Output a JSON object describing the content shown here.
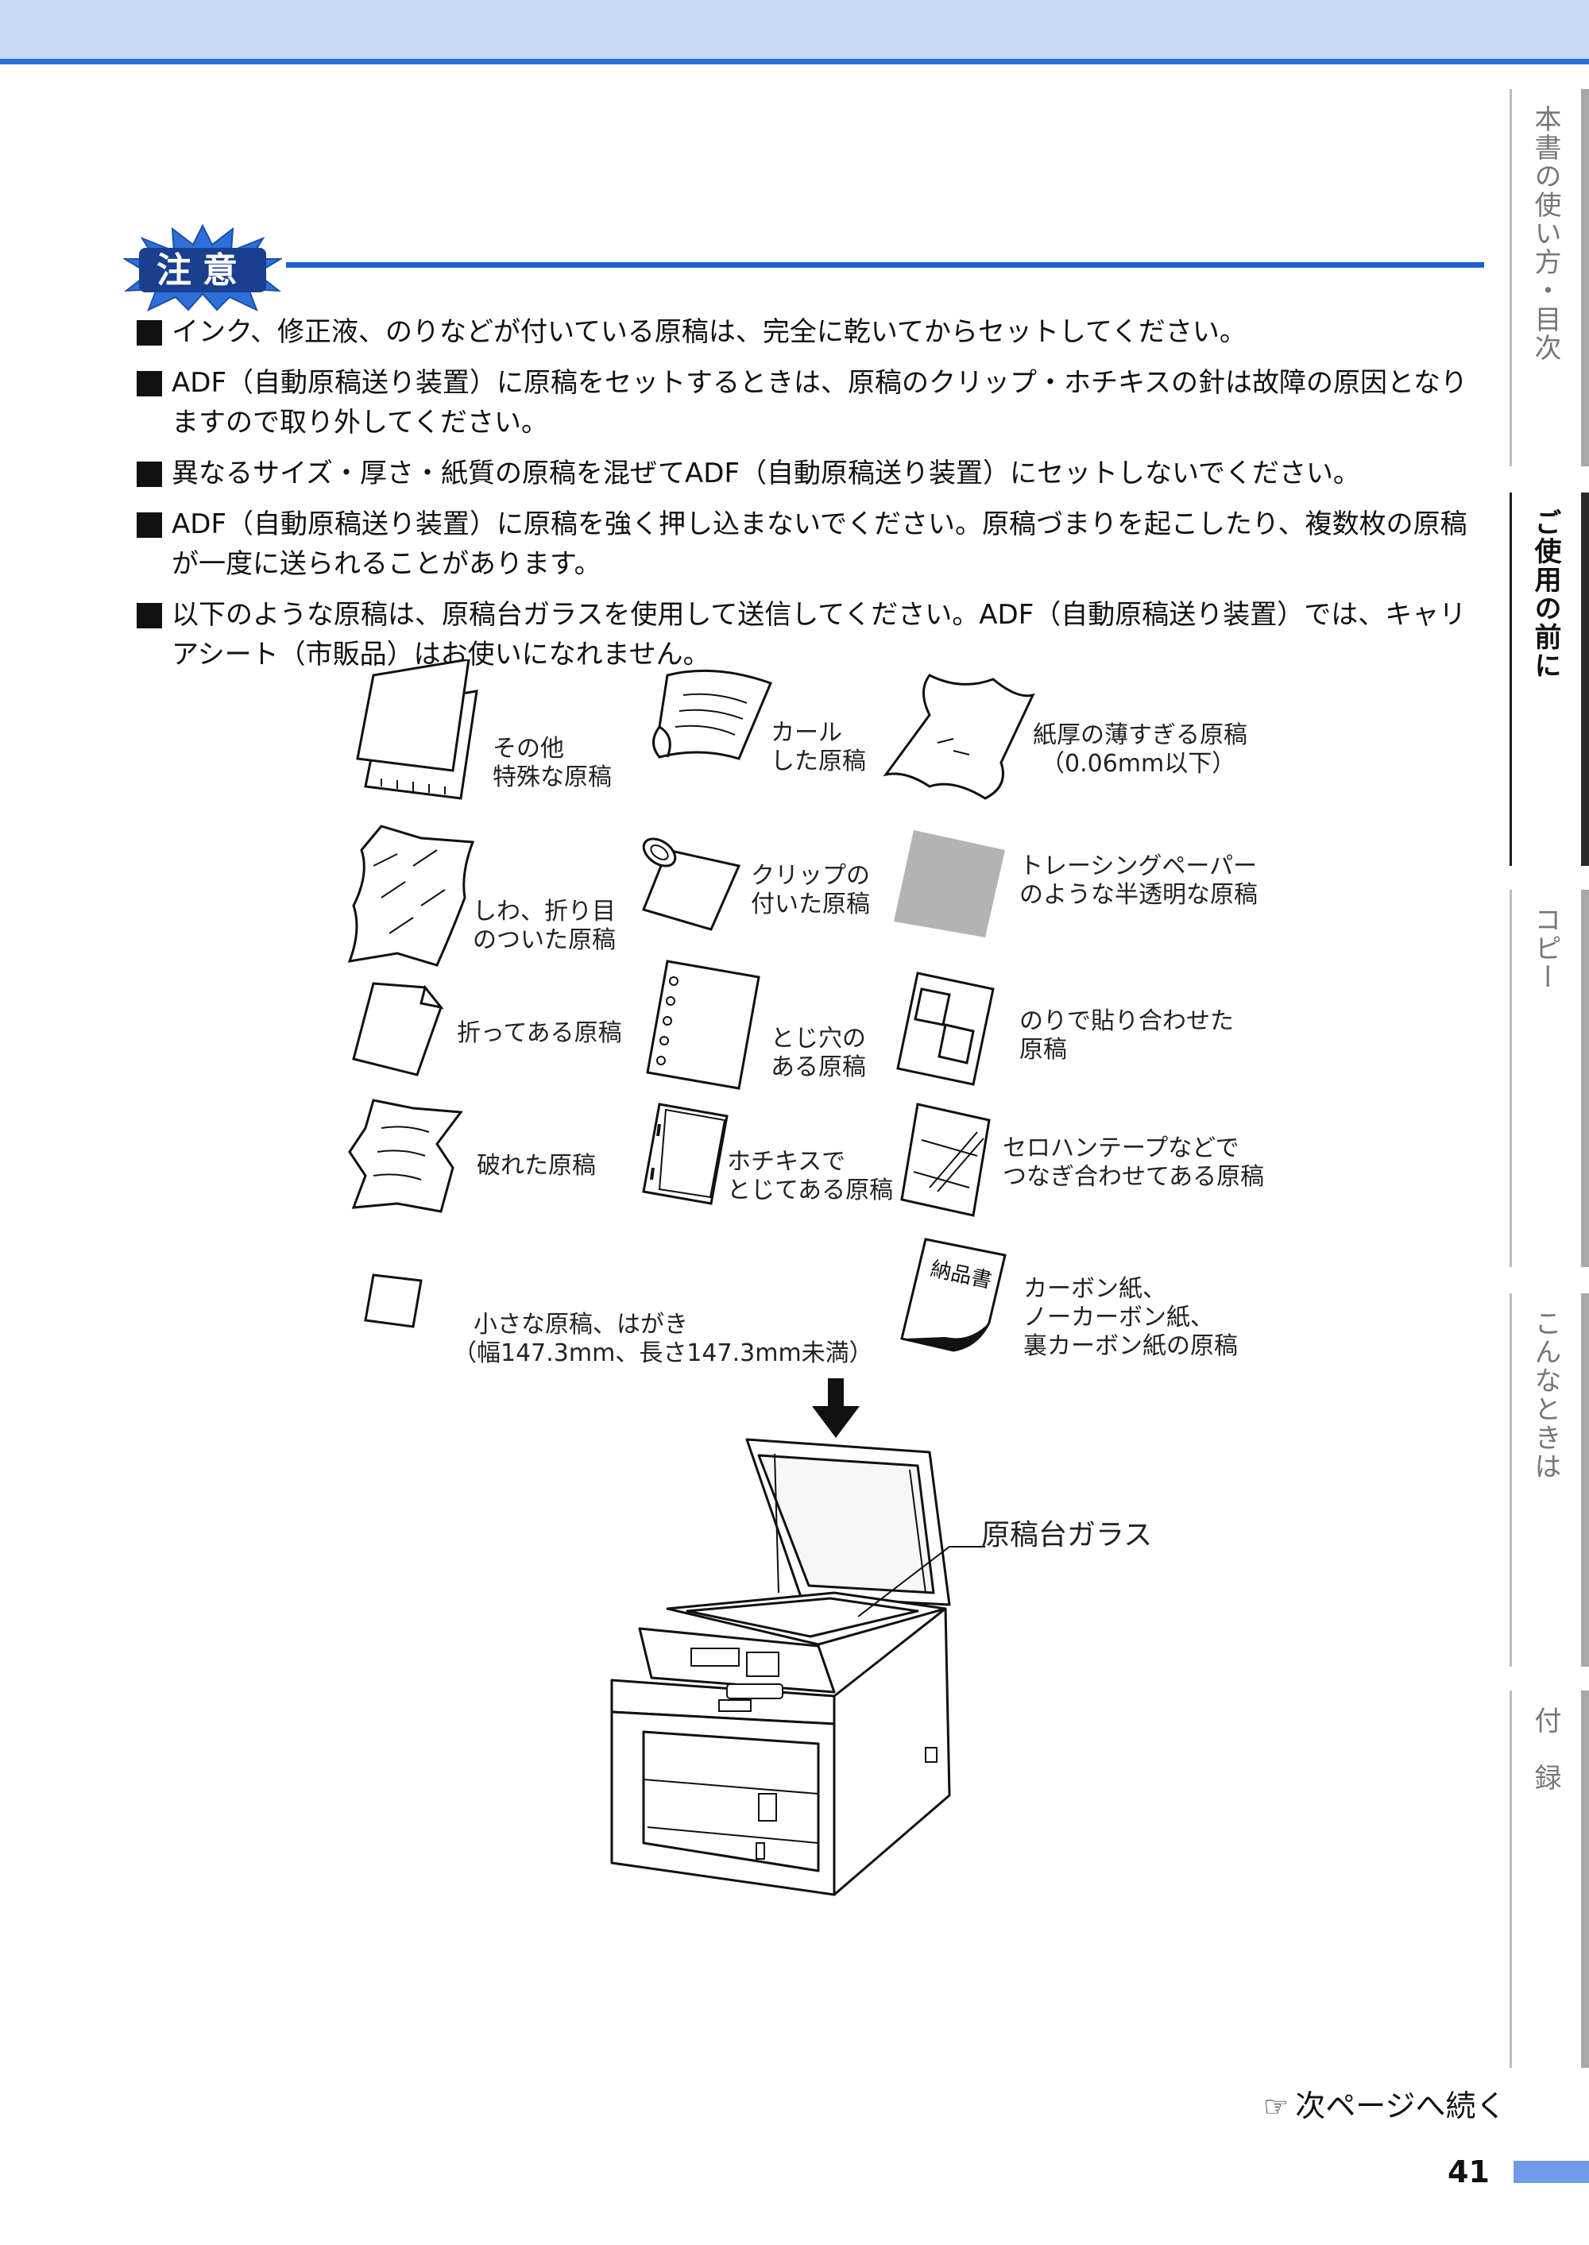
{
  "tabs": [
    {
      "label": "本書の使い方・目次",
      "active": false
    },
    {
      "label": "ご使用の前に",
      "active": true
    },
    {
      "label": "コピー",
      "active": false
    },
    {
      "label": "こんなときは",
      "active": false
    },
    {
      "label": "付　録",
      "active": false
    }
  ],
  "caution": {
    "badge_text": "注意",
    "items": [
      "インク、修正液、のりなどが付いている原稿は、完全に乾いてからセットしてください。",
      "ADF（自動原稿送り装置）に原稿をセットするときは、原稿のクリップ・ホチキスの針は故障の原因となりますので取り外してください。",
      "異なるサイズ・厚さ・紙質の原稿を混ぜてADF（自動原稿送り装置）にセットしないでください。",
      "ADF（自動原稿送り装置）に原稿を強く押し込まないでください。原稿づまりを起こしたり、複数枚の原稿が一度に送られることがあります。",
      "以下のような原稿は、原稿台ガラスを使用して送信してください。ADF（自動原稿送り装置）では、キャリアシート（市販品）はお使いになれません。"
    ]
  },
  "figures": {
    "other_1": "その他",
    "other_2": "特殊な原稿",
    "curl_1": "カール",
    "curl_2": "した原稿",
    "thin_1": "紙厚の薄すぎる原稿",
    "thin_2": "（0.06mm以下）",
    "wrinkle_1": "しわ、折り目",
    "wrinkle_2": "のついた原稿",
    "clip_1": "クリップの",
    "clip_2": "付いた原稿",
    "trace_1": "トレーシングペーパー",
    "trace_2": "のような半透明な原稿",
    "fold_1": "折ってある原稿",
    "holes_1": "とじ穴の",
    "holes_2": "ある原稿",
    "glue_1": "のりで貼り合わせた",
    "glue_2": "原稿",
    "torn_1": "破れた原稿",
    "staple_1": "ホチキスで",
    "staple_2": "とじてある原稿",
    "tape_1": "セロハンテープなどで",
    "tape_2": "つなぎ合わせてある原稿",
    "small_1": "小さな原稿、はがき",
    "small_2": "（幅147.3mm、長さ147.3mm未満）",
    "invoice_mark": "納品書",
    "carbon_1": "カーボン紙、",
    "carbon_2": "ノーカーボン紙、",
    "carbon_3": "裏カーボン紙の原稿"
  },
  "scanner": {
    "glass_label": "原稿台ガラス"
  },
  "footer": {
    "hand": "☞",
    "continue_text": "次ページへ続く",
    "page_number": "41"
  }
}
